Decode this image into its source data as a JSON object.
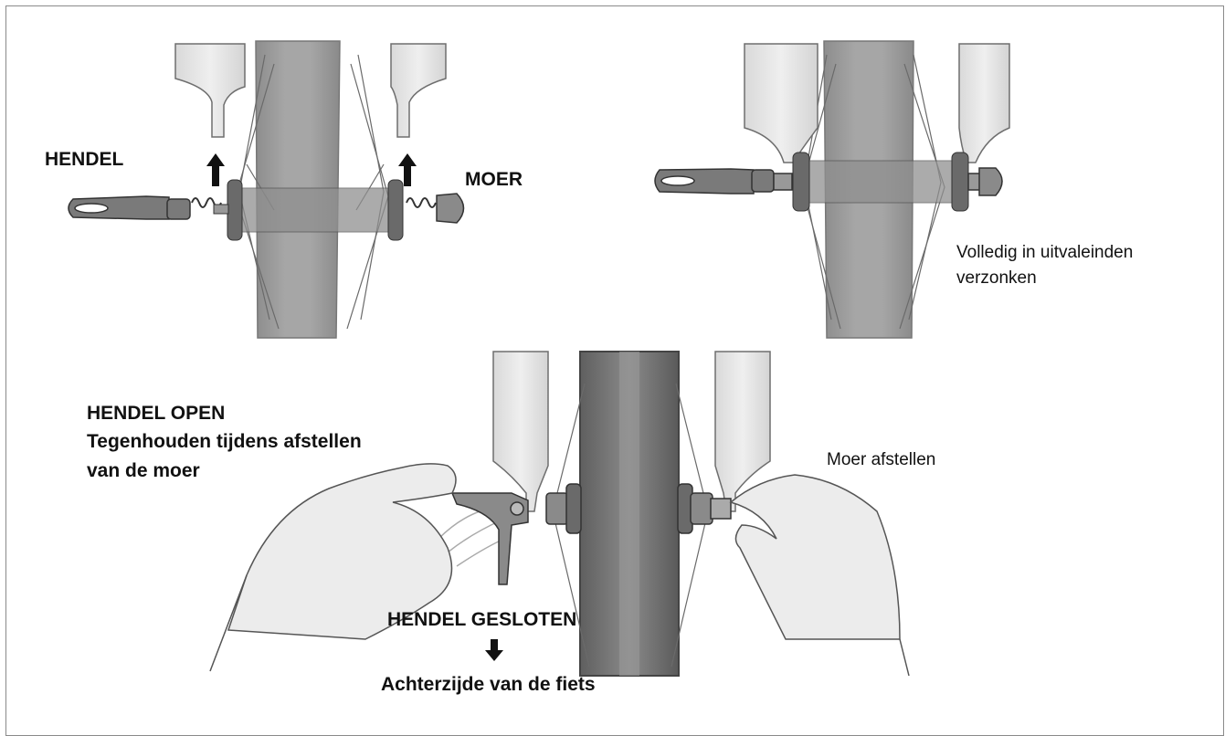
{
  "labels": {
    "hendel": "HENDEL",
    "moer": "MOER",
    "volledig_line1": "Volledig in uitvaleinden",
    "volledig_line2": "verzonken",
    "hendel_open": "HENDEL OPEN",
    "tegenhouden_line1": "Tegenhouden tijdens afstellen",
    "tegenhouden_line2": "van de moer",
    "moer_afstellen": "Moer afstellen",
    "hendel_gesloten": "HENDEL GESLOTEN",
    "achterzijde": "Achterzijde van de fiets"
  },
  "colors": {
    "tube": "#e6e6e6",
    "tube_stroke": "#7a7a7a",
    "tire": "#9a9a9a",
    "tire_dark": "#6e6e6e",
    "hub": "#5f5f5f",
    "skin": "#ececec",
    "arrow": "#111111",
    "border": "#8a8a8a"
  },
  "icons": [
    "up-arrow-icon",
    "down-arrow-icon"
  ]
}
